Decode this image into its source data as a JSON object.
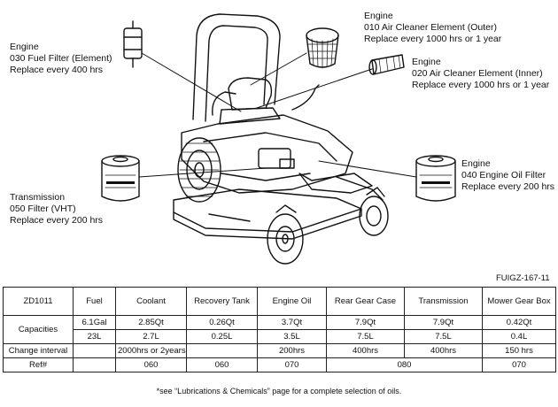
{
  "callouts": {
    "fuel_filter": {
      "line1": "Engine",
      "line2": "030 Fuel Filter (Element)",
      "line3": "Replace every 400 hrs"
    },
    "air_outer": {
      "line1": "Engine",
      "line2": "010 Air Cleaner Element (Outer)",
      "line3": "Replace every 1000 hrs or 1 year"
    },
    "air_inner": {
      "line1": "Engine",
      "line2": "020 Air Cleaner Element (Inner)",
      "line3": "Replace every 1000 hrs or 1 year"
    },
    "transmission": {
      "line1": "Transmission",
      "line2": "050 Filter (VHT)",
      "line3": "Replace every 200 hrs"
    },
    "oil_filter": {
      "line1": "Engine",
      "line2": "040 Engine Oil Filter",
      "line3": "Replace every 200 hrs"
    }
  },
  "figure_code": "FUIGZ-167-11",
  "table": {
    "model": "ZD1011",
    "headers": [
      "Fuel",
      "Coolant",
      "Recovery Tank",
      "Engine Oil",
      "Rear Gear Case",
      "Transmission",
      "Mower Gear Box"
    ],
    "capacities_label": "Capacities",
    "capacities_row1": [
      "6.1Gal",
      "2.85Qt",
      "0.26Qt",
      "3.7Qt",
      "7.9Qt",
      "7.9Qt",
      "0.42Qt"
    ],
    "capacities_row2": [
      "23L",
      "2.7L",
      "0.25L",
      "3.5L",
      "7.5L",
      "7.5L",
      "0.4L"
    ],
    "interval_label": "Change interval",
    "interval": [
      "",
      "2000hrs or 2years",
      "",
      "200hrs",
      "400hrs",
      "400hrs",
      "150 hrs"
    ],
    "ref_label": "Ref#",
    "ref": [
      "",
      "060",
      "060",
      "070",
      "080",
      "070"
    ]
  },
  "footnote": "*see “Lubrications & Chemicals” page for a complete selection of oils."
}
